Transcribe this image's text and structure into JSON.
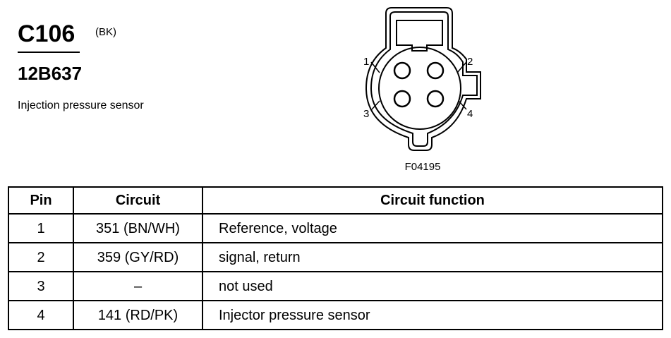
{
  "connector": {
    "id": "C106",
    "color_code": "(BK)",
    "part_number": "12B637",
    "description": "Injection pressure sensor"
  },
  "figure": {
    "code": "F04195",
    "pin_labels": [
      "1",
      "2",
      "3",
      "4"
    ]
  },
  "table": {
    "headers": {
      "pin": "Pin",
      "circuit": "Circuit",
      "function": "Circuit function"
    },
    "rows": [
      {
        "pin": "1",
        "circuit": "351 (BN/WH)",
        "function": "Reference, voltage"
      },
      {
        "pin": "2",
        "circuit": "359 (GY/RD)",
        "function": "signal, return"
      },
      {
        "pin": "3",
        "circuit": "–",
        "function": "not used"
      },
      {
        "pin": "4",
        "circuit": "141 (RD/PK)",
        "function": "Injector pressure sensor"
      }
    ]
  }
}
